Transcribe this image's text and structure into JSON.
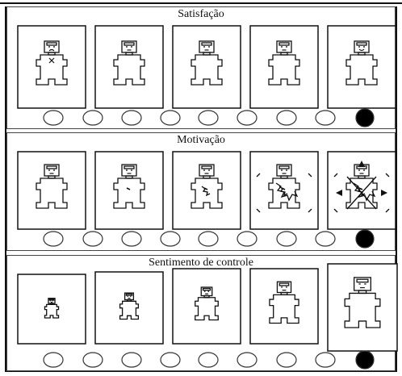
{
  "sections": [
    {
      "id": "satisfacao",
      "title": "Satisfação",
      "scale_points": 9,
      "selected_point": 9,
      "figures": [
        "sad-face-figure-icon",
        "neutral-low-figure-icon",
        "neutral-figure-icon",
        "content-figure-icon",
        "happy-figure-icon"
      ]
    },
    {
      "id": "motivacao",
      "title": "Motivação",
      "scale_points": 9,
      "selected_point": 9,
      "figures": [
        "calm-figure-icon",
        "slightly-agitated-figure-icon",
        "agitated-figure-icon",
        "excited-figure-icon",
        "explosive-figure-icon"
      ]
    },
    {
      "id": "controle",
      "title": "Sentimento de controle",
      "scale_points": 9,
      "selected_point": 9,
      "figures": [
        "tiny-figure-icon",
        "small-figure-icon",
        "medium-figure-icon",
        "large-figure-icon",
        "huge-figure-icon"
      ]
    }
  ]
}
